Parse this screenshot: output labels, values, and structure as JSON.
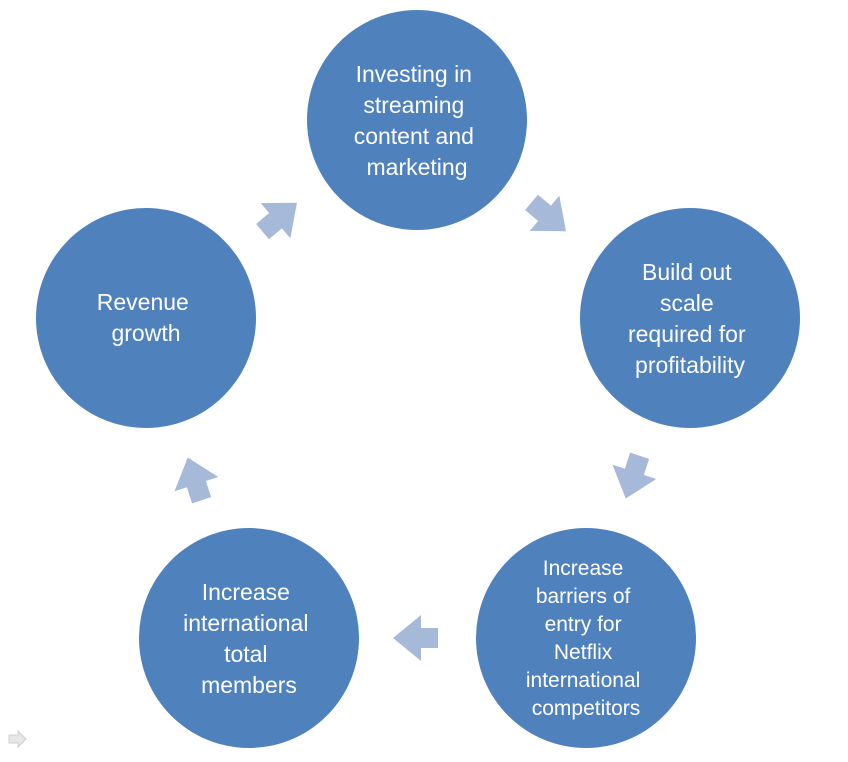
{
  "diagram": {
    "type": "cycle",
    "colors": {
      "node": "#4f81bd",
      "arrow": "#a7b9d9",
      "text": "#ffffff",
      "background": "#ffffff"
    },
    "nodes": [
      {
        "id": "investing",
        "lines": [
          "Investing in",
          "streaming",
          "content and",
          "marketing"
        ]
      },
      {
        "id": "scale",
        "lines": [
          "Build out",
          "scale",
          "required for",
          "profitability"
        ]
      },
      {
        "id": "barriers",
        "lines": [
          "Increase",
          "barriers of",
          "entry for",
          "Netflix",
          "international",
          "competitors"
        ]
      },
      {
        "id": "members",
        "lines": [
          "Increase",
          "international",
          "total",
          "members"
        ]
      },
      {
        "id": "revenue",
        "lines": [
          "Revenue",
          "growth"
        ]
      }
    ],
    "corner_icon": "arrow-right-icon"
  }
}
